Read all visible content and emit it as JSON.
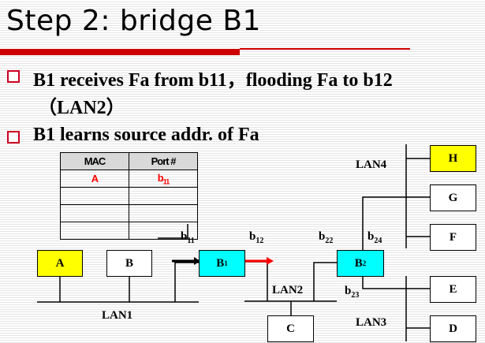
{
  "slide": {
    "title": "Step 2:  bridge B1",
    "accent_color": "#cc0000",
    "bullets": [
      {
        "icon": "hollow-square-bullet",
        "text": "B1 receives Fa from b11，flooding Fa to b12",
        "continuation": "（LAN2）"
      },
      {
        "icon": "hollow-square-bullet",
        "text": "B1 learns source addr. of Fa"
      }
    ]
  },
  "table": {
    "headers": [
      "MAC",
      "Port #"
    ],
    "rows": [
      {
        "mac": "A",
        "port": "b",
        "port_sub": "11"
      },
      {
        "mac": "",
        "port": "",
        "port_sub": ""
      },
      {
        "mac": "",
        "port": "",
        "port_sub": ""
      },
      {
        "mac": "",
        "port": "",
        "port_sub": ""
      }
    ]
  },
  "diagram": {
    "hosts": {
      "A": {
        "label": "A",
        "color": "#ffff00"
      },
      "B": {
        "label": "B",
        "color": "#ffffff"
      },
      "C": {
        "label": "C",
        "color": "#ffffff"
      },
      "D": {
        "label": "D",
        "color": "#ffffff"
      },
      "E": {
        "label": "E",
        "color": "#ffffff"
      },
      "F": {
        "label": "F",
        "color": "#ffffff"
      },
      "G": {
        "label": "G",
        "color": "#ffffff"
      },
      "H": {
        "label": "H",
        "color": "#ffff00"
      }
    },
    "bridges": {
      "B1": {
        "label": "B",
        "sub": "1",
        "color": "#00ffff"
      },
      "B2": {
        "label": "B",
        "sub": "2",
        "color": "#00ffff"
      }
    },
    "lans": {
      "LAN1": "LAN1",
      "LAN2": "LAN2",
      "LAN3": "LAN3",
      "LAN4": "LAN4"
    },
    "ports": {
      "b11": {
        "base": "b",
        "sub": "11"
      },
      "b12": {
        "base": "b",
        "sub": "12"
      },
      "b22": {
        "base": "b",
        "sub": "22"
      },
      "b23": {
        "base": "b",
        "sub": "23"
      },
      "b24": {
        "base": "b",
        "sub": "24"
      }
    },
    "arrows": {
      "incoming": {
        "color": "#000000",
        "meaning": "frame Fa arriving at b11"
      },
      "flooding": {
        "color": "#ff0000",
        "meaning": "frame Fa flooded to b12"
      }
    }
  }
}
